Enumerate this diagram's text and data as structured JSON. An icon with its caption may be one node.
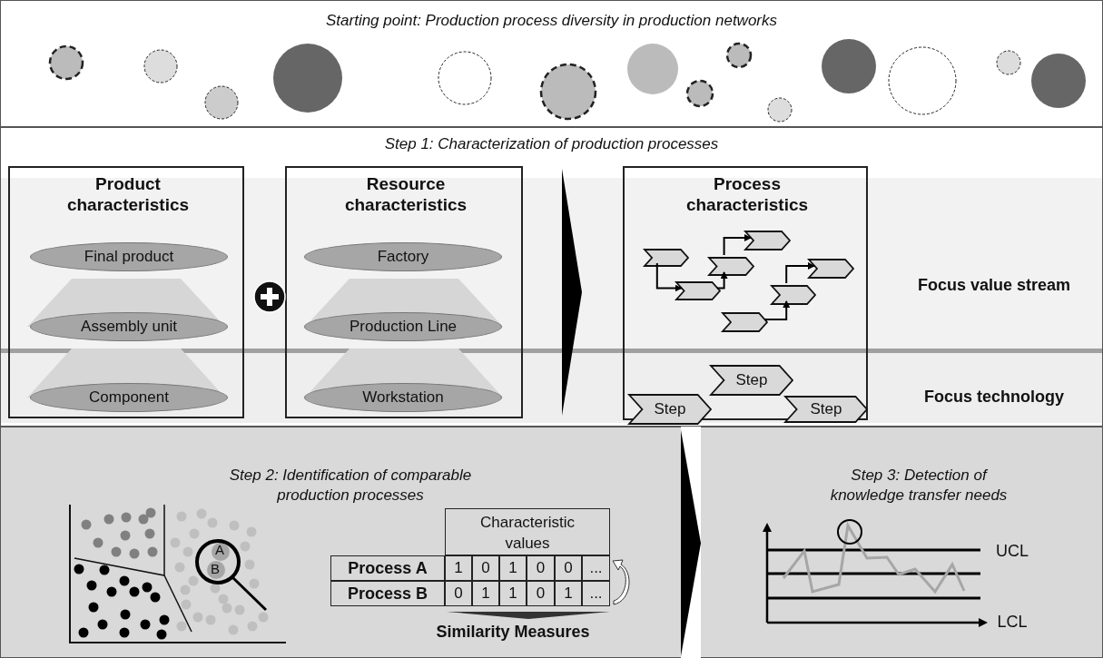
{
  "diagram": {
    "nodes": [
      {
        "text": [
          "Starting point: Production process diversity in production networks"
        ]
      },
      {
        "text": [
          "Step 1: Characterization of production processes"
        ]
      },
      {
        "text": [
          "Product characteristics"
        ],
        "in": 1
      },
      {
        "text": [
          "Final product"
        ],
        "in": 2
      },
      {
        "text": [
          "Assembly unit"
        ],
        "in": 2
      },
      {
        "text": [
          "Component"
        ],
        "in": 2
      },
      {
        "text": [
          "Resource characteristics"
        ],
        "in": 1
      },
      {
        "text": [
          "Factory"
        ],
        "in": 6
      },
      {
        "text": [
          "Production Line"
        ],
        "in": 6
      },
      {
        "text": [
          "Workstation"
        ],
        "in": 6
      },
      {
        "text": [
          "Process characteristics"
        ],
        "in": 1
      },
      {
        "text": [],
        "shape": "chevron",
        "in": 10
      },
      {
        "text": [],
        "shape": "chevron",
        "in": 10
      },
      {
        "text": [],
        "shape": "chevron",
        "in": 10
      },
      {
        "text": [],
        "shape": "chevron",
        "in": 10
      },
      {
        "text": [],
        "shape": "chevron",
        "in": 10
      },
      {
        "text": [],
        "shape": "chevron",
        "in": 10
      },
      {
        "text": [],
        "shape": "chevron",
        "in": 10
      },
      {
        "text": [
          "Step"
        ],
        "in": 10
      },
      {
        "text": [
          "Step"
        ],
        "in": 10
      },
      {
        "text": [
          "Step"
        ],
        "in": 10
      },
      {
        "text": [
          "Step 2: Identification of comparable production processes"
        ]
      },
      {
        "text": [
          "Step 3: Detection of knowledge transfer needs"
        ]
      }
    ],
    "edges": [
      {
        "from": 6,
        "to": 10,
        "arrow": "to"
      },
      {
        "from": 11,
        "to": 12,
        "arrow": "to"
      },
      {
        "from": 12,
        "to": 13,
        "arrow": "to"
      },
      {
        "from": 13,
        "to": 15,
        "arrow": "to"
      },
      {
        "from": 14,
        "to": 16,
        "arrow": "to"
      },
      {
        "from": 16,
        "to": 17,
        "arrow": "to"
      },
      {
        "from": 21,
        "to": 22,
        "arrow": "to"
      }
    ],
    "labels": [
      "Focus value stream",
      "Focus technology",
      "A",
      "B",
      "Characteristic values",
      "Process A",
      "1",
      "0",
      "1",
      "0",
      "0",
      "...",
      "Process B",
      "0",
      "1",
      "1",
      "0",
      "1",
      "...",
      "Similarity Measures",
      "UCL",
      "LCL"
    ]
  }
}
